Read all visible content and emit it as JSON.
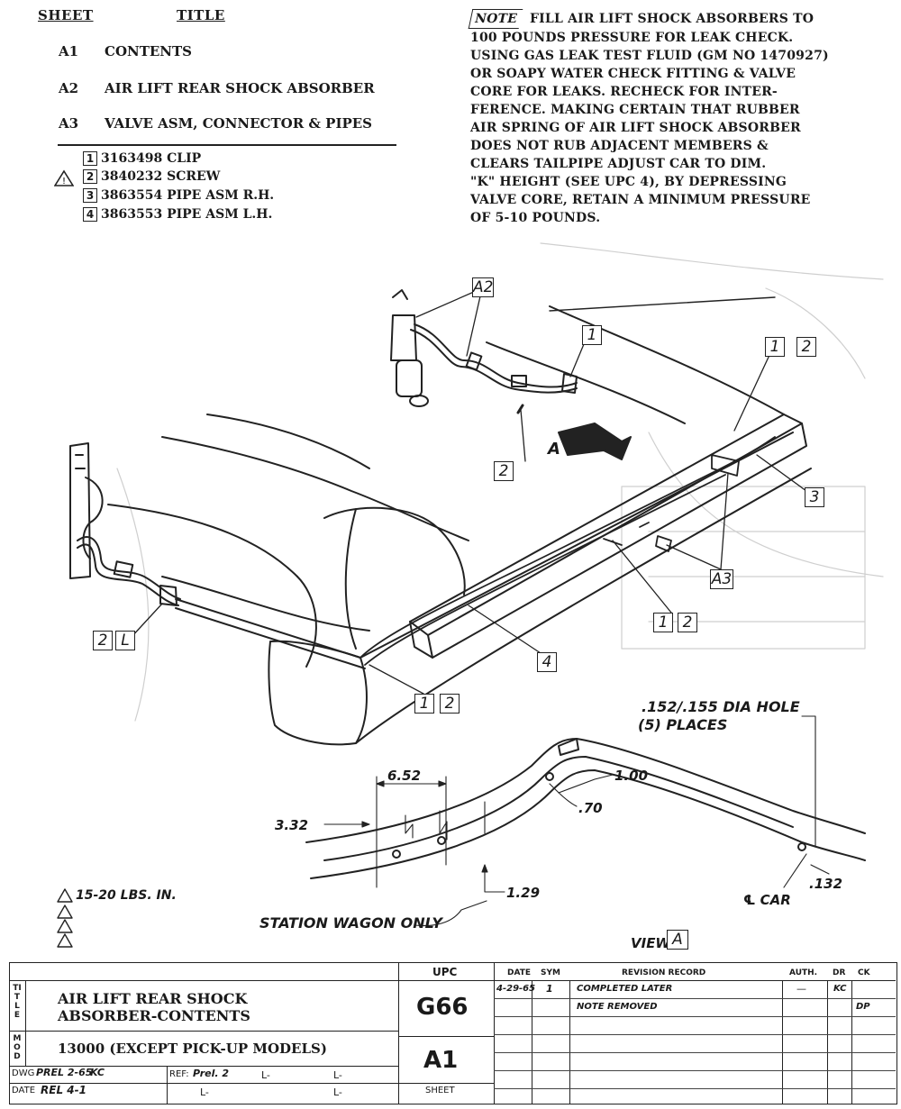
{
  "header": {
    "sheet_col": "SHEET",
    "title_col": "TITLE",
    "rows": [
      {
        "sheet": "A1",
        "title": "CONTENTS"
      },
      {
        "sheet": "A2",
        "title": "AIR LIFT REAR SHOCK ABSORBER"
      },
      {
        "sheet": "A3",
        "title": "VALVE ASM, CONNECTOR & PIPES"
      }
    ]
  },
  "parts": [
    {
      "num": "1",
      "part_no": "3163498",
      "name": "CLIP"
    },
    {
      "num": "2",
      "part_no": "3840232",
      "name": "SCREW"
    },
    {
      "num": "3",
      "part_no": "3863554",
      "name": "PIPE ASM R.H."
    },
    {
      "num": "4",
      "part_no": "3863553",
      "name": "PIPE ASM L.H."
    }
  ],
  "note": {
    "tag": "NOTE",
    "lines": [
      "FILL AIR LIFT SHOCK ABSORBERS TO",
      "100 POUNDS PRESSURE FOR LEAK CHECK.",
      "USING GAS LEAK TEST FLUID (GM NO 1470927)",
      "OR SOAPY WATER CHECK FITTING & VALVE",
      "CORE FOR LEAKS. RECHECK FOR INTER-",
      "FERENCE. MAKING CERTAIN THAT RUBBER",
      "AIR SPRING OF AIR LIFT SHOCK ABSORBER",
      "DOES NOT RUB ADJACENT MEMBERS &",
      "CLEARS TAILPIPE ADJUST CAR TO DIM.",
      "\"K\" HEIGHT (SEE UPC 4), BY DEPRESSING",
      "VALVE CORE, RETAIN A MINIMUM PRESSURE",
      "OF 5-10 POUNDS."
    ]
  },
  "callouts": {
    "a2": "A2",
    "c1_top": "1",
    "c12_right_a": "1",
    "c12_right_b": "2",
    "c2_mid": "2",
    "c3": "3",
    "a3": "A3",
    "c12_center_a": "1",
    "c12_center_b": "2",
    "c4": "4",
    "c12_bottom_a": "1",
    "c12_bottom_b": "2",
    "c2l_a": "2",
    "c2l_b": "L",
    "view_a": "A",
    "view_label": "VIEW",
    "arrow_a": "A"
  },
  "dimensions": {
    "hole": ".152/.155 DIA HOLE",
    "places": "(5) PLACES",
    "d652": "6.52",
    "d100": "1.00",
    "d70": ".70",
    "d332": "3.32",
    "d129": "1.29",
    "d132": ".132",
    "car": "℄ CAR",
    "wagon": "STATION WAGON ONLY",
    "torque": "15-20 LBS. IN."
  },
  "title_block": {
    "title_label": "TITLE",
    "title_line1": "AIR LIFT REAR SHOCK",
    "title_line2": "ABSORBER-CONTENTS",
    "mod_label": "MOD",
    "model": "13000 (EXCEPT PICK-UP MODELS)",
    "dwg_label": "DWG",
    "dwg_value": "PREL 2-65",
    "dwg_init": "KC",
    "ref_label": "REF:",
    "ref_value": "Prel. 2",
    "date_label": "DATE",
    "date_value": "REL 4-1",
    "l_marks": [
      "L-",
      "L-",
      "L-",
      "L-"
    ],
    "upc_label": "UPC",
    "upc_value": "G66",
    "sheet_value": "A1",
    "sheet_label": "SHEET",
    "rev_headers": [
      "DATE",
      "SYM",
      "REVISION RECORD",
      "AUTH.",
      "DR",
      "CK"
    ],
    "revisions": [
      {
        "date": "4-29-65",
        "sym": "1",
        "record": "COMPLETED LATER",
        "auth": "—",
        "dr": "KC",
        "ck": ""
      },
      {
        "date": "",
        "sym": "",
        "record": "NOTE REMOVED",
        "auth": "",
        "dr": "",
        "ck": "DP"
      }
    ]
  }
}
